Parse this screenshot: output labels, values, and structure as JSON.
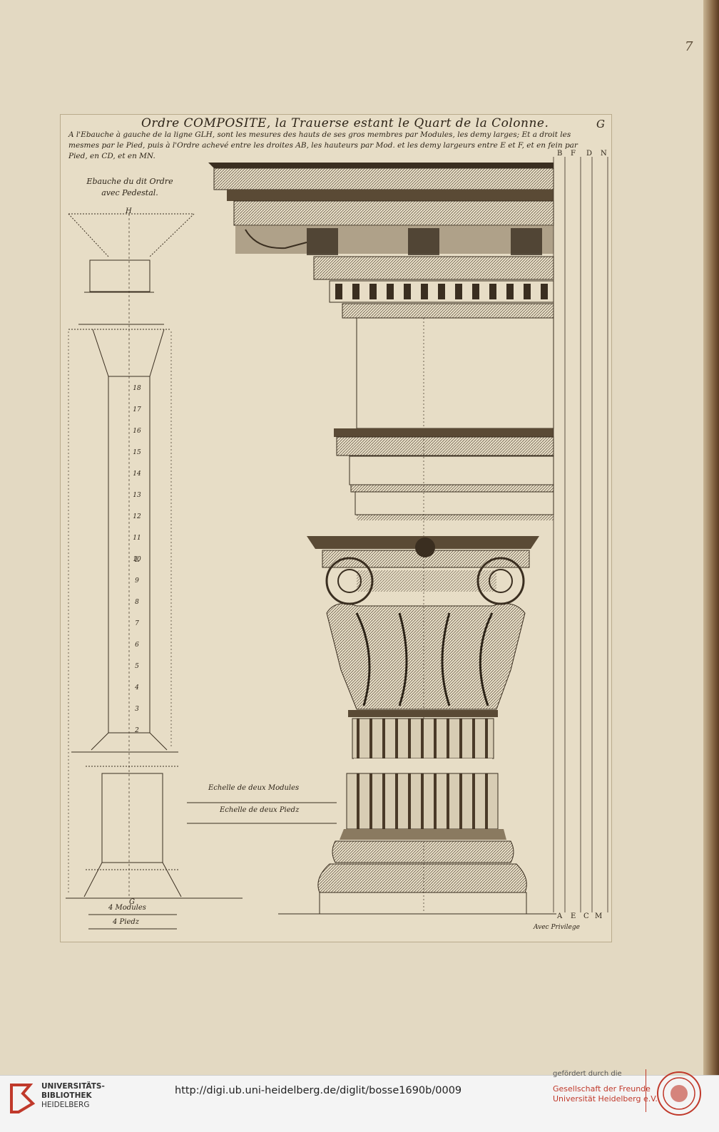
{
  "page": {
    "folio": "7",
    "plate_letter": "G",
    "title": "Ordre COMPOSITE, la Trauerse estant le Quart de la Colonne.",
    "caption": "A l'Ebauche à gauche de la ligne GLH, sont les mesures des hauts de ses gros membres par Modules, les demy larges; Et a droit les mesmes par le Pied, puis à l'Ordre achevé entre les droites AB, les hauteurs par Mod. et les demy largeurs entre E et F, et en fein par Pied, en CD, et en MN.",
    "sketch_title": "Ebauche du dit Ordre avec Pedestal.",
    "column_headers_top": [
      "B",
      "F",
      "D",
      "N"
    ],
    "column_headers_bottom": [
      "A",
      "E",
      "C",
      "M"
    ],
    "sketch_label_top": "H",
    "sketch_label_mid": "L",
    "sketch_label_bottom": "G",
    "scale_modules": "Echelle de deux Modules",
    "scale_feet": "Echelle de deux Piedz",
    "scale_small_modules": "4 Modules",
    "scale_small_feet": "4 Piedz",
    "privilege": "Avec Privilege",
    "shaft_numbers": [
      "18",
      "17",
      "16",
      "15",
      "14",
      "13",
      "12",
      "11",
      "10",
      "9",
      "8",
      "7",
      "6",
      "5",
      "4",
      "3",
      "2"
    ]
  },
  "footer": {
    "university_line1": "UNIVERSITÄTS-",
    "university_line2": "BIBLIOTHEK",
    "university_line3": "HEIDELBERG",
    "url": "http://digi.ub.uni-heidelberg.de/diglit/bosse1690b/0009",
    "sponsor_pre": "gefördert durch die",
    "sponsor_line1": "Gesellschaft der Freunde",
    "sponsor_line2": "Universität Heidelberg e.V."
  },
  "colors": {
    "ink": "#2d2418",
    "paper": "#e3d9c2",
    "footer_red": "#c0392b"
  }
}
